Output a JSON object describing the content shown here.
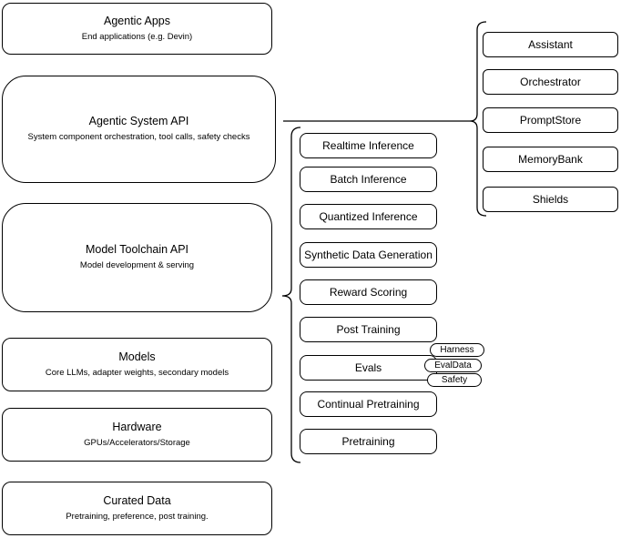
{
  "diagram": {
    "stack": [
      {
        "title": "Agentic Apps",
        "subtitle": "End applications (e.g. Devin)"
      },
      {
        "title": "Agentic System API",
        "subtitle": "System component orchestration, tool calls, safety checks"
      },
      {
        "title": "Model Toolchain API",
        "subtitle": "Model development & serving"
      },
      {
        "title": "Models",
        "subtitle": "Core LLMs, adapter weights, secondary models"
      },
      {
        "title": "Hardware",
        "subtitle": "GPUs/Accelerators/Storage"
      },
      {
        "title": "Curated Data",
        "subtitle": "Pretraining, preference, post training."
      }
    ],
    "toolchain_items": [
      "Realtime Inference",
      "Batch Inference",
      "Quantized Inference",
      "Synthetic Data Generation",
      "Reward Scoring",
      "Post Training",
      "Evals",
      "Continual Pretraining",
      "Pretraining"
    ],
    "eval_badges": [
      "Harness",
      "EvalData",
      "Safety"
    ],
    "system_components": [
      "Assistant",
      "Orchestrator",
      "PromptStore",
      "MemoryBank",
      "Shields"
    ],
    "colors": {
      "stroke": "#000000",
      "fill": "#ffffff",
      "background": "#ffffff"
    }
  }
}
